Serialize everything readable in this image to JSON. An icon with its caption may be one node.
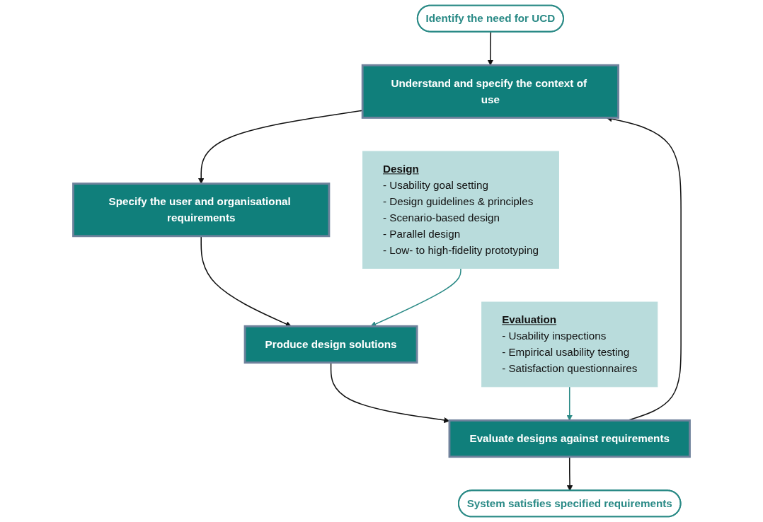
{
  "diagram": {
    "nodes": [
      {
        "text": [
          "Identify the need for UCD"
        ]
      },
      {
        "text": [
          "Understand and specify the context of use"
        ]
      },
      {
        "text": [
          "Evaluation",
          "- Usability inspections",
          "- Empirical usability testing",
          "- Satisfaction questionnaires"
        ]
      },
      {
        "text": [
          "Specify the user and organisational requirements"
        ]
      },
      {
        "text": [
          "Evaluate designs against requirements"
        ]
      },
      {
        "text": [
          "System satisfies specified requirements"
        ]
      },
      {
        "text": [
          "Design",
          "- Usability goal setting",
          "- Design guidelines & principles",
          "- Scenario-based design",
          "- Parallel design",
          "- Low- to high-fidelity prototyping"
        ]
      },
      {
        "text": [
          "Produce design solutions"
        ]
      }
    ],
    "edges": [
      {
        "from": 0,
        "to": 1,
        "arrow": "to"
      },
      {
        "from": 1,
        "to": 3,
        "arrow": "to"
      },
      {
        "from": 3,
        "to": 7,
        "arrow": "to"
      },
      {
        "from": 7,
        "to": 4,
        "arrow": "to"
      },
      {
        "from": 4,
        "to": 1,
        "arrow": "to"
      },
      {
        "from": 4,
        "to": 5,
        "arrow": "to"
      },
      {
        "from": 2,
        "to": 4,
        "arrow": "to",
        "color": "#2a8a86"
      },
      {
        "from": 6,
        "to": 7,
        "arrow": "to",
        "color": "#2a8a86"
      }
    ]
  }
}
